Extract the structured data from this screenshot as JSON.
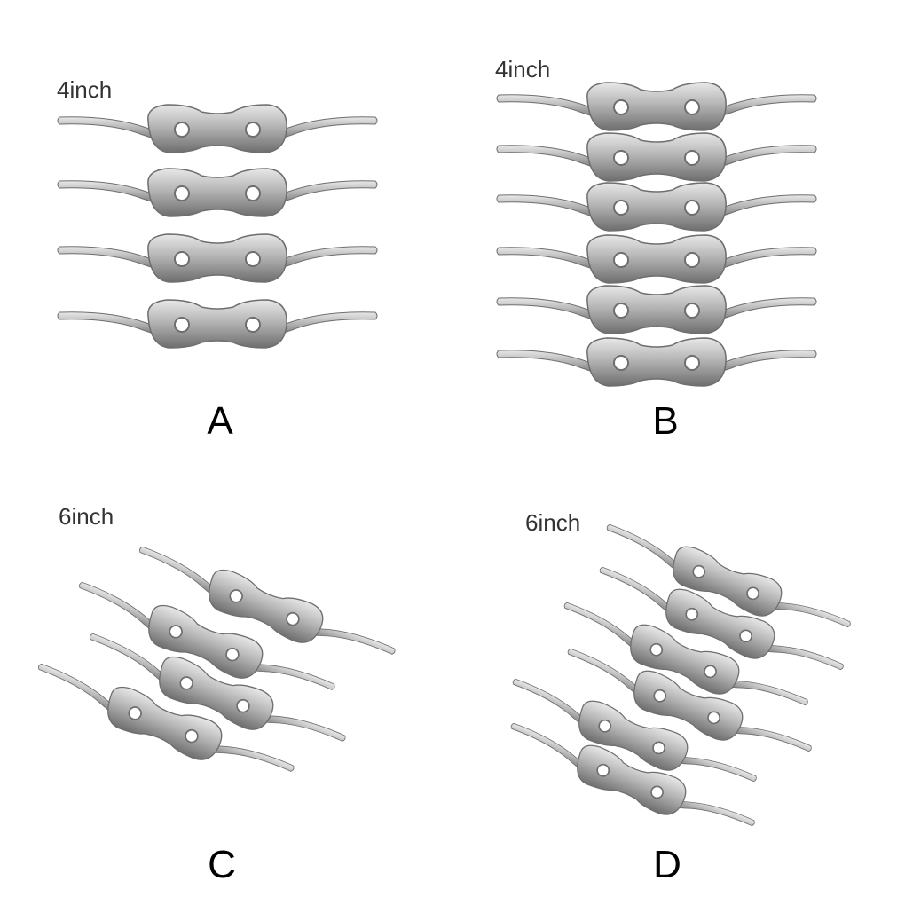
{
  "colors": {
    "background": "#ffffff",
    "metal_light": "#e8e8e8",
    "metal_mid": "#b5b5b5",
    "metal_dark": "#6e6e6e",
    "hole": "#ffffff"
  },
  "panels": [
    {
      "letter": "A",
      "size": "4inch",
      "count": 4,
      "style": "flat"
    },
    {
      "letter": "B",
      "size": "4inch",
      "count": 6,
      "style": "flat"
    },
    {
      "letter": "C",
      "size": "6inch",
      "count": 4,
      "style": "angled"
    },
    {
      "letter": "D",
      "size": "6inch",
      "count": 6,
      "style": "angled"
    }
  ]
}
